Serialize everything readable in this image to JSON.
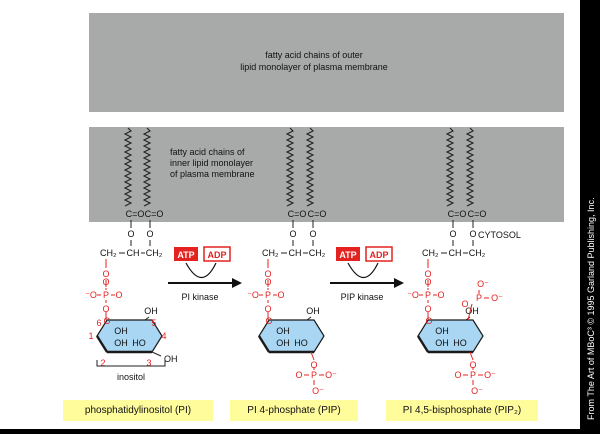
{
  "membrane": {
    "outer_label_line1": "fatty acid chains of outer",
    "outer_label_line2": "lipid monolayer of plasma membrane",
    "inner_label_line1": "fatty acid chains of",
    "inner_label_line2": "inner lipid monolayer",
    "inner_label_line3": "of plasma membrane",
    "cytosol": "CYTOSOL"
  },
  "reactions": [
    {
      "atp": "ATP",
      "adp": "ADP",
      "enzyme": "PI kinase"
    },
    {
      "atp": "ATP",
      "adp": "ADP",
      "enzyme": "PIP kinase"
    }
  ],
  "chem": {
    "ester": "C=O",
    "oxygen": "O",
    "ch2": "CH₂",
    "ch": "CH",
    "bridge_o": "O",
    "phosphate_p": "P",
    "phosphate_minus_o": "⁻O",
    "phosphate_o_minus": "O⁻",
    "oh": "OH",
    "oh_label": "OH",
    "ring_hoh_left": "OH",
    "ring_hoh_right": "HO",
    "carbon_numbers": [
      "1",
      "2",
      "3",
      "4",
      "5",
      "6"
    ],
    "inositol": "inositol"
  },
  "labels": {
    "pi": "phosphatidylinositol (PI)",
    "pip": "PI 4-phosphate (PIP)",
    "pip2": "PI 4,5-bisphosphate (PIP₂)"
  },
  "credit": "From The Art of MBoC³ © 1995 Garland Publishing, Inc.",
  "colors": {
    "membrane_gray": "#a7aaa9",
    "phosphate_red": "#e4221f",
    "ring_blue": "#a9d6f2",
    "label_yellow": "#fffc9b"
  }
}
